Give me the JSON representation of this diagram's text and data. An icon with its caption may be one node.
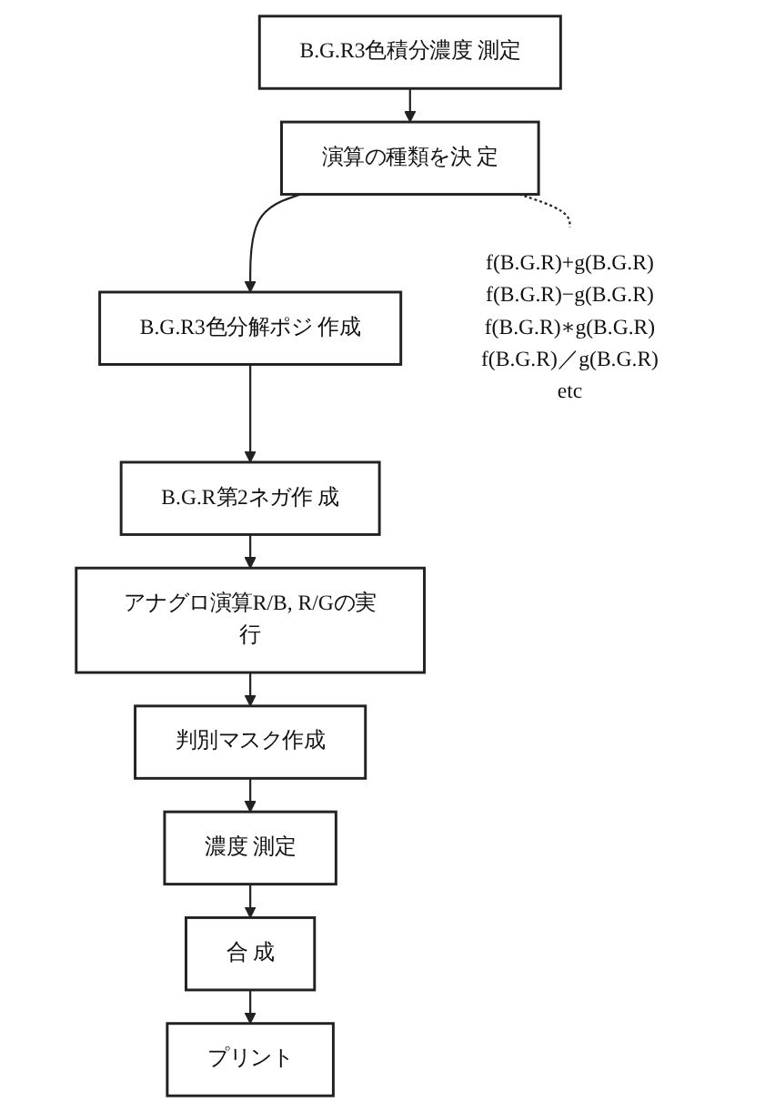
{
  "diagram": {
    "nodes": [
      {
        "text": [
          "B.G.R3色積分濃度 測定"
        ]
      },
      {
        "text": [
          "演算の種類を決 定"
        ]
      },
      {
        "text": [
          "B.G.R3色分解ポジ 作成"
        ]
      },
      {
        "text": [
          "B.G.R第2ネガ作 成"
        ]
      },
      {
        "text": [
          "アナグロ演算R/B, R/Gの実行"
        ]
      },
      {
        "text": [
          "判別マスク作成"
        ]
      },
      {
        "text": [
          "濃度 測定"
        ]
      },
      {
        "text": [
          "合 成"
        ]
      },
      {
        "text": [
          "プリント"
        ]
      },
      {
        "text": [
          "f(B.G.R)+g(B.G.R)",
          "f(B.G.R)−g(B.G.R)",
          "f(B.G.R)∗g(B.G.R)",
          "f(B.G.R)／g(B.G.R)",
          "etc"
        ]
      }
    ],
    "edges": [
      {
        "from": 0,
        "to": 1,
        "arrow": "to"
      },
      {
        "from": 1,
        "to": 2,
        "arrow": "to"
      },
      {
        "from": 2,
        "to": 3,
        "arrow": "to"
      },
      {
        "from": 3,
        "to": 4,
        "arrow": "to"
      },
      {
        "from": 4,
        "to": 5,
        "arrow": "to"
      },
      {
        "from": 5,
        "to": 6,
        "arrow": "to"
      },
      {
        "from": 6,
        "to": 7,
        "arrow": "to"
      },
      {
        "from": 7,
        "to": 8,
        "arrow": "to"
      },
      {
        "from": 1,
        "to": 9,
        "arrow": "none",
        "style": "dashed"
      }
    ]
  }
}
